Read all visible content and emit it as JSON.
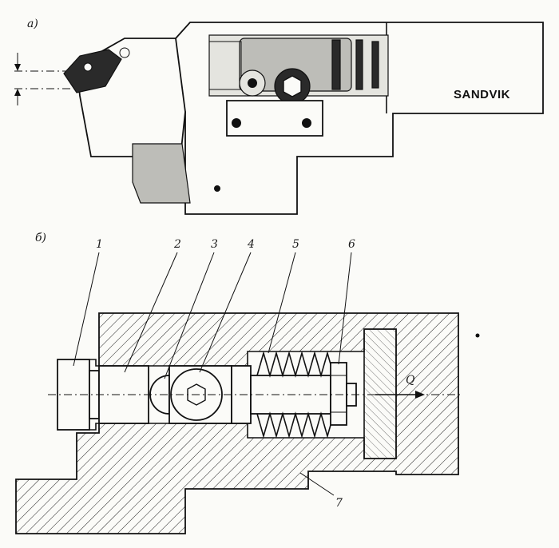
{
  "figure": {
    "panel_a_label": "а)",
    "panel_b_label": "б)",
    "brand_text": "SANDVIK",
    "force_label": "Q",
    "part_labels": [
      "1",
      "2",
      "3",
      "4",
      "5",
      "6",
      "7"
    ]
  },
  "colors": {
    "ink": "#111111",
    "paper": "#fbfbf8",
    "shade": "#bdbdb8"
  }
}
